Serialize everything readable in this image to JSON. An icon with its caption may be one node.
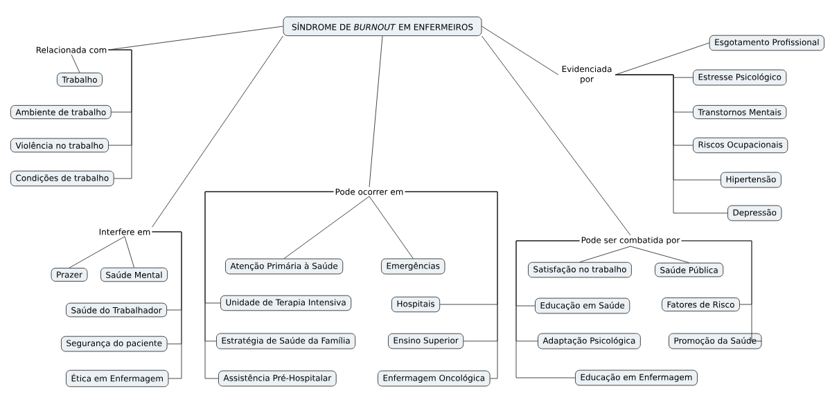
{
  "diagram": {
    "nodes": [
      {
        "text": [
          "SÍNDROME DE *BURNOUT* EM ENFERMEIROS"
        ]
      },
      {
        "text": [
          "Relacionada com"
        ]
      },
      {
        "text": [
          "Trabalho"
        ]
      },
      {
        "text": [
          "Ambiente de trabalho"
        ]
      },
      {
        "text": [
          "Violência no trabalho"
        ]
      },
      {
        "text": [
          "Condições de trabalho"
        ]
      },
      {
        "text": [
          "Interfere em"
        ]
      },
      {
        "text": [
          "Prazer"
        ]
      },
      {
        "text": [
          "Saúde Mental"
        ]
      },
      {
        "text": [
          "Saúde do Trabalhador"
        ]
      },
      {
        "text": [
          "Segurança do paciente"
        ]
      },
      {
        "text": [
          "Ética em Enfermagem"
        ]
      },
      {
        "text": [
          "Pode ocorrer em"
        ]
      },
      {
        "text": [
          "Atenção Primária à Saúde"
        ]
      },
      {
        "text": [
          "Emergências"
        ]
      },
      {
        "text": [
          "Unidade de Terapia Intensiva"
        ]
      },
      {
        "text": [
          "Hospitais"
        ]
      },
      {
        "text": [
          "Estratégia de Saúde da Família"
        ]
      },
      {
        "text": [
          "Ensino Superior"
        ]
      },
      {
        "text": [
          "Assistência Pré-Hospitalar"
        ]
      },
      {
        "text": [
          "Enfermagem Oncológica"
        ]
      },
      {
        "text": [
          "Evidenciada por"
        ]
      },
      {
        "text": [
          "Esgotamento Profissional"
        ]
      },
      {
        "text": [
          "Estresse Psicológico"
        ]
      },
      {
        "text": [
          "Transtornos Mentais"
        ]
      },
      {
        "text": [
          "Riscos Ocupacionais"
        ]
      },
      {
        "text": [
          "Hipertensão"
        ]
      },
      {
        "text": [
          "Depressão"
        ]
      },
      {
        "text": [
          "Pode ser combatida por"
        ]
      },
      {
        "text": [
          "Satisfação no trabalho"
        ]
      },
      {
        "text": [
          "Saúde Pública"
        ]
      },
      {
        "text": [
          "Educação em Saúde"
        ]
      },
      {
        "text": [
          "Fatores de Risco"
        ]
      },
      {
        "text": [
          "Adaptação Psicológica"
        ]
      },
      {
        "text": [
          "Promoção da Saúde"
        ]
      },
      {
        "text": [
          "Educação em Enfermagem"
        ]
      }
    ],
    "edges": [
      {
        "from": 0,
        "to": 1,
        "arrow": "none"
      },
      {
        "from": 1,
        "to": 2,
        "arrow": "none"
      },
      {
        "from": 1,
        "to": 3,
        "arrow": "none"
      },
      {
        "from": 1,
        "to": 4,
        "arrow": "none"
      },
      {
        "from": 1,
        "to": 5,
        "arrow": "none"
      },
      {
        "from": 0,
        "to": 6,
        "arrow": "none"
      },
      {
        "from": 6,
        "to": 7,
        "arrow": "none"
      },
      {
        "from": 6,
        "to": 8,
        "arrow": "none"
      },
      {
        "from": 6,
        "to": 9,
        "arrow": "none"
      },
      {
        "from": 6,
        "to": 10,
        "arrow": "none"
      },
      {
        "from": 6,
        "to": 11,
        "arrow": "none"
      },
      {
        "from": 0,
        "to": 12,
        "arrow": "none"
      },
      {
        "from": 12,
        "to": 13,
        "arrow": "none"
      },
      {
        "from": 12,
        "to": 14,
        "arrow": "none"
      },
      {
        "from": 12,
        "to": 15,
        "arrow": "none"
      },
      {
        "from": 12,
        "to": 16,
        "arrow": "none"
      },
      {
        "from": 12,
        "to": 17,
        "arrow": "none"
      },
      {
        "from": 12,
        "to": 18,
        "arrow": "none"
      },
      {
        "from": 12,
        "to": 19,
        "arrow": "none"
      },
      {
        "from": 12,
        "to": 20,
        "arrow": "none"
      },
      {
        "from": 0,
        "to": 21,
        "arrow": "none"
      },
      {
        "from": 21,
        "to": 22,
        "arrow": "none"
      },
      {
        "from": 21,
        "to": 23,
        "arrow": "none"
      },
      {
        "from": 21,
        "to": 24,
        "arrow": "none"
      },
      {
        "from": 21,
        "to": 25,
        "arrow": "none"
      },
      {
        "from": 21,
        "to": 26,
        "arrow": "none"
      },
      {
        "from": 21,
        "to": 27,
        "arrow": "none"
      },
      {
        "from": 0,
        "to": 28,
        "arrow": "none"
      },
      {
        "from": 28,
        "to": 29,
        "arrow": "none"
      },
      {
        "from": 28,
        "to": 30,
        "arrow": "none"
      },
      {
        "from": 28,
        "to": 31,
        "arrow": "none"
      },
      {
        "from": 28,
        "to": 32,
        "arrow": "none"
      },
      {
        "from": 28,
        "to": 33,
        "arrow": "none"
      },
      {
        "from": 28,
        "to": 34,
        "arrow": "none"
      },
      {
        "from": 28,
        "to": 35,
        "arrow": "none"
      }
    ]
  }
}
